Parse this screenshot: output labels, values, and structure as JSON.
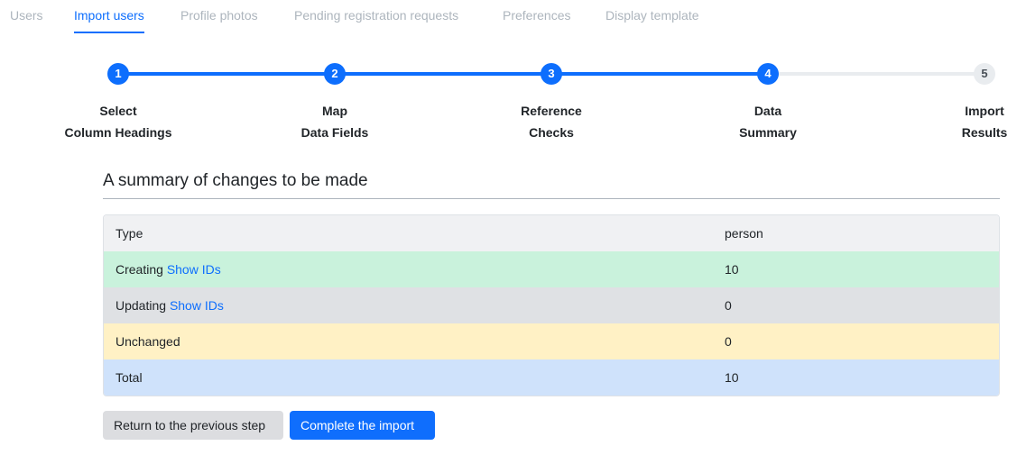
{
  "tabs": [
    {
      "label": "Users",
      "active": false
    },
    {
      "label": "Import users",
      "active": true
    },
    {
      "label": "Profile photos",
      "active": false
    },
    {
      "label": "Pending registration requests",
      "active": false
    },
    {
      "label": "Preferences",
      "active": false
    },
    {
      "label": "Display template",
      "active": false
    }
  ],
  "stepper": {
    "steps": [
      {
        "number": "1",
        "line1": "Select",
        "line2": "Column Headings",
        "complete": true
      },
      {
        "number": "2",
        "line1": "Map",
        "line2": "Data Fields",
        "complete": true
      },
      {
        "number": "3",
        "line1": "Reference",
        "line2": "Checks",
        "complete": true
      },
      {
        "number": "4",
        "line1": "Data",
        "line2": "Summary",
        "complete": true
      },
      {
        "number": "5",
        "line1": "Import",
        "line2": "Results",
        "complete": false
      }
    ]
  },
  "summary": {
    "title": "A summary of changes to be made",
    "header": {
      "type_label": "Type",
      "value": "person"
    },
    "rows": [
      {
        "label": "Creating",
        "link": "Show IDs",
        "value": "10"
      },
      {
        "label": "Updating",
        "link": "Show IDs",
        "value": "0"
      },
      {
        "label": "Unchanged",
        "value": "0"
      },
      {
        "label": "Total",
        "value": "10"
      }
    ]
  },
  "actions": {
    "back_label": "Return to the previous step",
    "complete_label": "Complete the import"
  },
  "colors": {
    "accent": "#0d6efd",
    "creating_row": "#c9f2dc",
    "updating_row": "#dfe1e4",
    "unchanged_row": "#fff1c5",
    "total_row": "#cfe2fb"
  }
}
